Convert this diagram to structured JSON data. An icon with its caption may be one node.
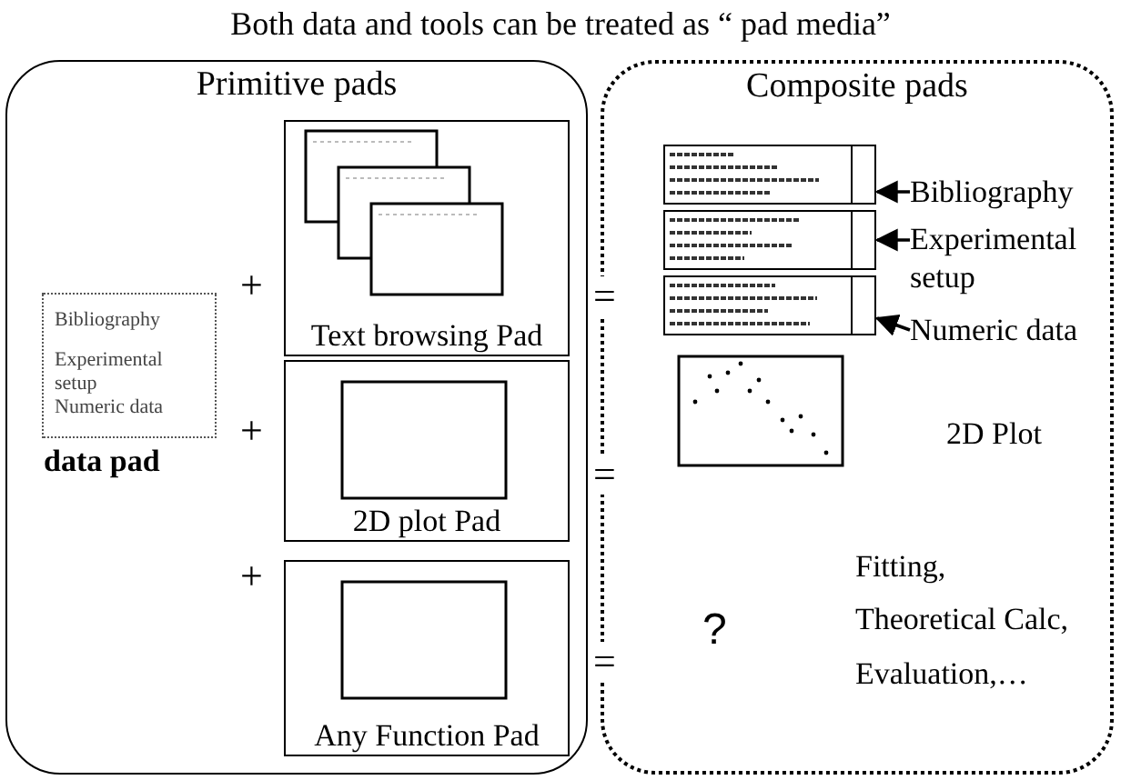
{
  "diagram": {
    "title": "Both data and tools can be treated as “ pad media”",
    "nodes": [
      {
        "text": [
          "Primitive pads"
        ]
      },
      {
        "text": [
          "Bibliography",
          "Experimental setup",
          "Numeric data"
        ],
        "beside": [
          "data pad"
        ],
        "in": 0
      },
      {
        "text": [
          "Text browsing Pad"
        ],
        "in": 0
      },
      {
        "text": [
          "2D plot Pad"
        ],
        "in": 0
      },
      {
        "text": [
          "Any Function Pad"
        ],
        "in": 0
      },
      {
        "text": [
          "Composite pads"
        ]
      },
      {
        "text": [],
        "shape": "picture",
        "in": 5
      },
      {
        "text": [],
        "shape": "picture",
        "in": 5
      },
      {
        "text": [
          "Bibliography"
        ],
        "in": 5
      },
      {
        "text": [
          "Experimental setup"
        ],
        "in": 5
      },
      {
        "text": [
          "Numeric data"
        ],
        "in": 5
      }
    ],
    "edges": [
      {
        "from": 8,
        "to": 6,
        "arrow": "to"
      },
      {
        "from": 9,
        "to": 6,
        "arrow": "to"
      },
      {
        "from": 10,
        "to": 6,
        "arrow": "to"
      }
    ],
    "labels": [
      "+",
      "+",
      "+",
      "=",
      "=",
      "=",
      "2D Plot",
      "?",
      "Fitting,",
      "Theoretical Calc,",
      "Evaluation,…"
    ]
  }
}
